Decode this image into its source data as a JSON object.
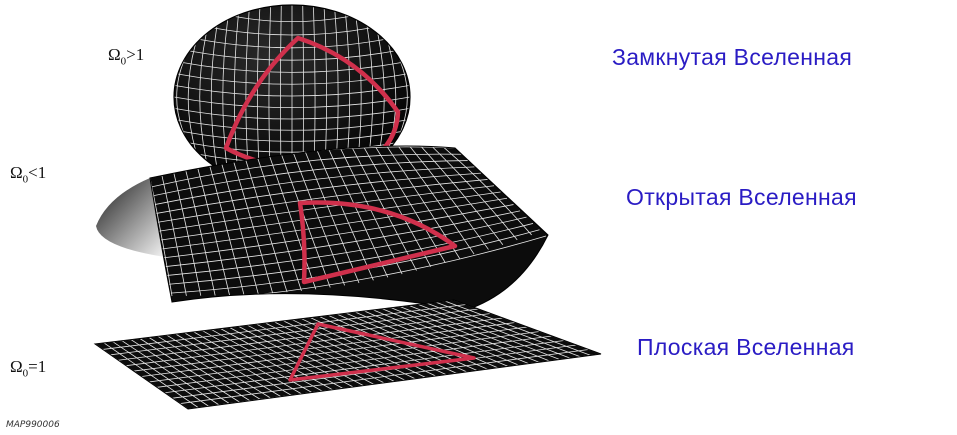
{
  "diagram": {
    "rows": [
      {
        "id": "closed",
        "omega": {
          "symbol": "Ω",
          "subscript": "0",
          "relation": ">1"
        },
        "label": "Замкнутая Вселенная"
      },
      {
        "id": "open",
        "omega": {
          "symbol": "Ω",
          "subscript": "0",
          "relation": "<1"
        },
        "label": "Открытая Вселенная"
      },
      {
        "id": "flat",
        "omega": {
          "symbol": "Ω",
          "subscript": "0",
          "relation": "=1"
        },
        "label": "Плоская Вселенная"
      }
    ],
    "image_code": "MAP990006"
  },
  "colors": {
    "label_text": "#2a1cc4",
    "surface": "#0d0d0d",
    "grid": "#e8e8e8",
    "triangle": "#d0304c"
  }
}
